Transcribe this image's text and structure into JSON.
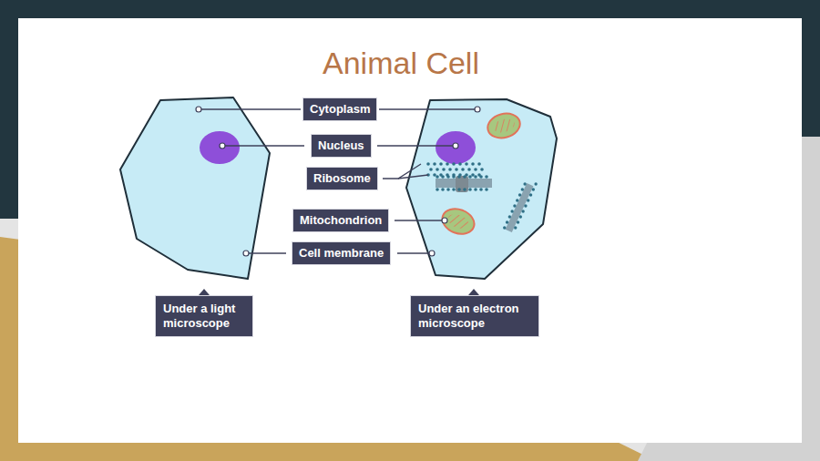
{
  "diagram": {
    "title": "Animal Cell",
    "nodes": [
      {
        "text": [
          "Cytoplasm"
        ]
      },
      {
        "text": [
          "Nucleus"
        ]
      },
      {
        "text": [
          "Ribosome"
        ]
      },
      {
        "text": [
          "Mitochondrion"
        ]
      },
      {
        "text": [
          "Cell membrane"
        ]
      },
      {
        "text": [
          "Under a light microscope"
        ]
      },
      {
        "text": [
          "Under an electron microscope"
        ]
      }
    ],
    "edges": []
  }
}
